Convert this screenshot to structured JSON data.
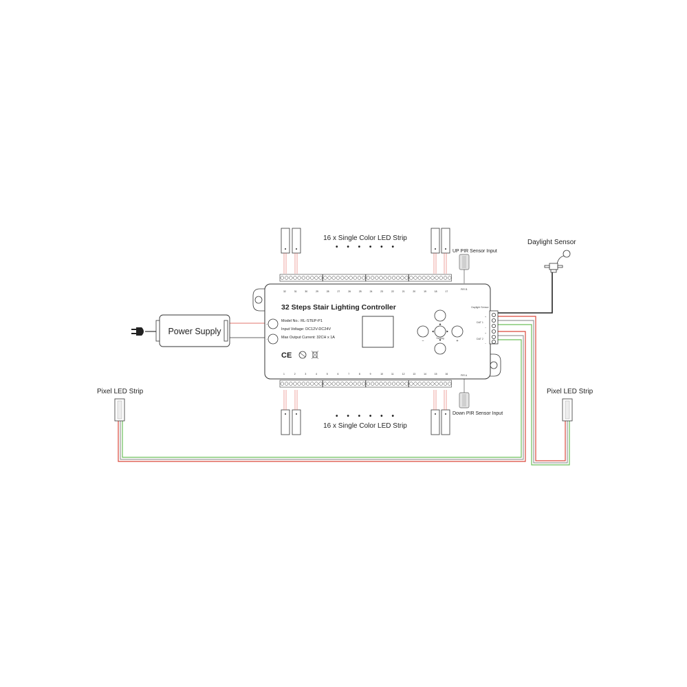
{
  "labels": {
    "top_strips": "16 x Single Color LED Strip",
    "bottom_strips": "16 x Single Color LED Strip",
    "top_dots": "• • • • • •",
    "bottom_dots": "• • • • • •",
    "up_pir": "UP PIR Sensor Input",
    "down_pir": "Down PIR Sensor Input",
    "daylight_sensor": "Daylight Sensor",
    "pixel_strip_left": "Pixel LED Strip",
    "pixel_strip_right": "Pixel LED Strip",
    "power_supply": "Power Supply"
  },
  "controller": {
    "title": "32 Steps Stair Lighting Controller",
    "model": "Model No.: RL-STEP-P1",
    "input_voltage": "Input Voltage: DC12V-DC24V",
    "max_output": "Max Output Current: 32CH x 1A",
    "ce_mark": "CE",
    "pir_b": "PIR B",
    "pir_a": "PIR A",
    "daylight_port": "Daylight Sensor",
    "dat1": "DAT 1",
    "dat2": "DAT 2",
    "plus": "+",
    "minus": "−",
    "btn_minus": "−",
    "btn_plus": "+",
    "btn_setting": "Setting",
    "top_numbers": [
      "32",
      "31",
      "30",
      "29",
      "28",
      "27",
      "26",
      "25",
      "24",
      "23",
      "22",
      "21",
      "20",
      "19",
      "18",
      "17"
    ],
    "bottom_numbers": [
      "1",
      "2",
      "3",
      "4",
      "5",
      "6",
      "7",
      "8",
      "9",
      "10",
      "11",
      "12",
      "13",
      "14",
      "15",
      "16"
    ]
  },
  "colors": {
    "wire_red": "#d9473b",
    "wire_green": "#6cbf5a",
    "wire_gray": "#9a9a9a",
    "outline": "#333333"
  }
}
